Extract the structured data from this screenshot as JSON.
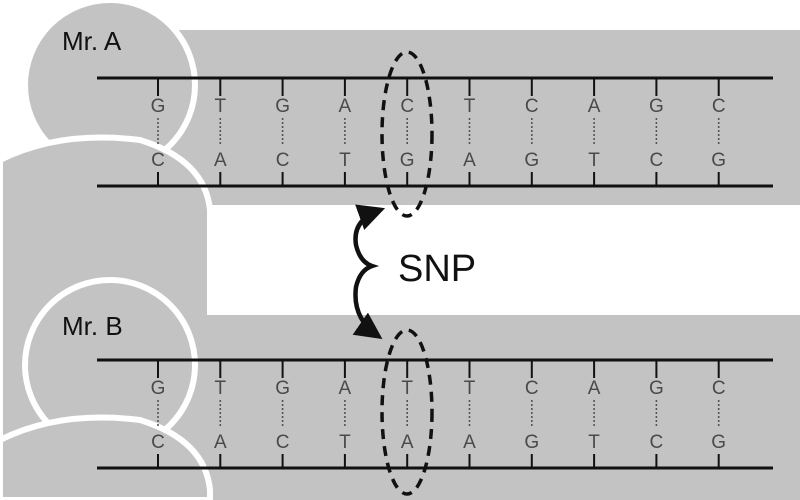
{
  "colors": {
    "panel": "#c3c3c3",
    "strand": "#111111",
    "base_text": "#4a4a4a",
    "highlight": "#111111"
  },
  "person_a": {
    "label": "Mr. A",
    "top_strand": [
      "G",
      "T",
      "G",
      "A",
      "C",
      "T",
      "C",
      "A",
      "G",
      "C"
    ],
    "bottom_strand": [
      "C",
      "A",
      "C",
      "T",
      "G",
      "A",
      "G",
      "T",
      "C",
      "G"
    ]
  },
  "person_b": {
    "label": "Mr. B",
    "top_strand": [
      "G",
      "T",
      "G",
      "A",
      "T",
      "T",
      "C",
      "A",
      "G",
      "C"
    ],
    "bottom_strand": [
      "C",
      "A",
      "C",
      "T",
      "A",
      "A",
      "G",
      "T",
      "C",
      "G"
    ]
  },
  "snp": {
    "label": "SNP",
    "position": 5
  },
  "icons": {
    "person": "person-silhouette-icon",
    "brace": "curly-brace-arrow-icon"
  }
}
